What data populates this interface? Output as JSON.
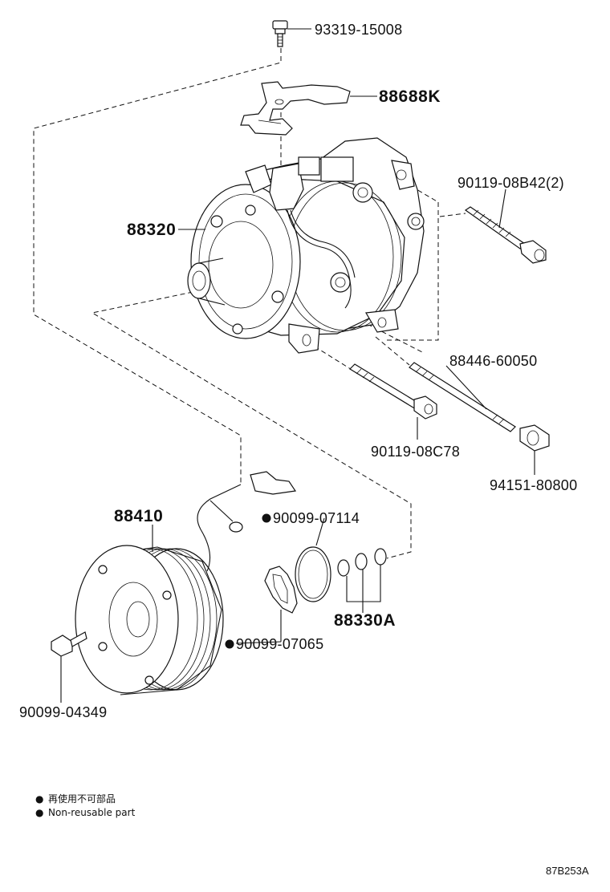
{
  "parts": {
    "bolt_top": "93319-15008",
    "bracket": "88688K",
    "compressor": "88320",
    "bolt_long_right": "90119-08B42(2)",
    "stud": "88446-60050",
    "bolt_lower": "90119-08C78",
    "nut": "94151-80800",
    "clutch": "88410",
    "clip_top": "90099-07114",
    "orings": "88330A",
    "snap_ring": "90099-07065",
    "bolt_clutch": "90099-04349"
  },
  "legend": {
    "bullet": "●",
    "line1": "再使用不可部品",
    "line2": "Non-reusable part"
  },
  "diagram_code": "87B253A"
}
